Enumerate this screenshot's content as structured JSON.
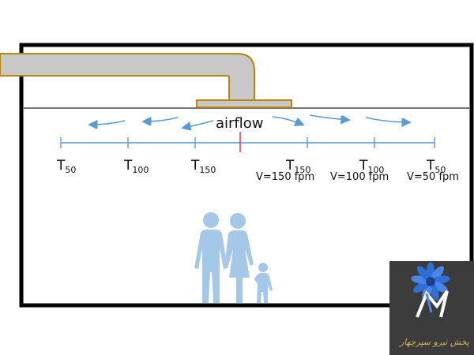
{
  "diagram": {
    "airflow_label": "airflow",
    "markers": [
      {
        "t": "T",
        "sub": "50",
        "velocity": ""
      },
      {
        "t": "T",
        "sub": "100",
        "velocity": ""
      },
      {
        "t": "T",
        "sub": "150",
        "velocity": ""
      },
      {
        "t": "T",
        "sub": "150",
        "velocity": "V=150 fpm"
      },
      {
        "t": "T",
        "sub": "100",
        "velocity": "V=100 fpm"
      },
      {
        "t": "T",
        "sub": "50",
        "velocity": "V=50 fpm"
      }
    ],
    "colors": {
      "duct_fill": "#c8c8c8",
      "duct_stroke": "#b8860b",
      "arrow": "#5b9bd5",
      "center_mark": "#e0405a",
      "people": "#a6c8e8",
      "room_border": "#000000"
    }
  },
  "logo": {
    "text": "پخش نیرو سپرچهار",
    "icon": "flower-logo-icon"
  }
}
